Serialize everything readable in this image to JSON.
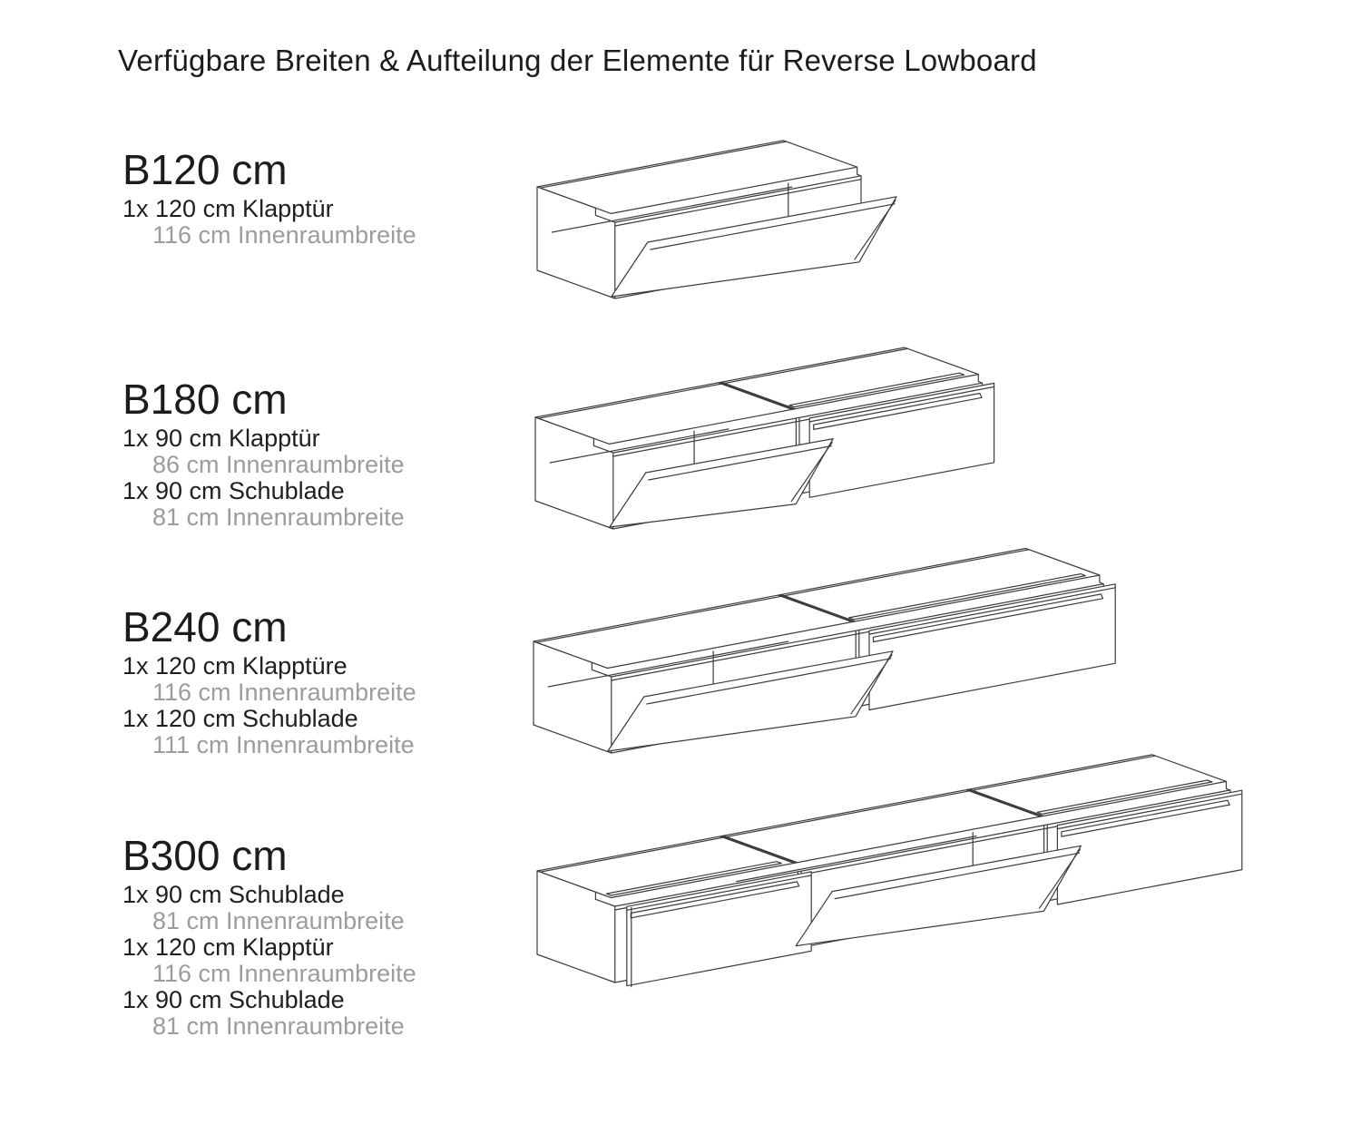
{
  "title": "Verfügbare Breiten & Aufteilung der Elemente für Reverse Lowboard",
  "colors": {
    "text": "#1c1c1c",
    "muted_text": "#9c9c9c",
    "line_art": "#3c3c3c"
  },
  "sections": [
    {
      "heading": "B120 cm",
      "specs": [
        {
          "text": "1x 120 cm Klapptür",
          "muted": false
        },
        {
          "text": "116 cm Innenraumbreite",
          "muted": true
        }
      ]
    },
    {
      "heading": "B180 cm",
      "specs": [
        {
          "text": "1x 90 cm Klapptür",
          "muted": false
        },
        {
          "text": "86 cm Innenraumbreite",
          "muted": true
        },
        {
          "text": "1x 90 cm Schublade",
          "muted": false
        },
        {
          "text": "81 cm Innenraumbreite",
          "muted": true
        }
      ]
    },
    {
      "heading": "B240 cm",
      "specs": [
        {
          "text": "1x 120 cm Klapptüre",
          "muted": false
        },
        {
          "text": "116 cm Innenraumbreite",
          "muted": true
        },
        {
          "text": "1x 120 cm Schublade",
          "muted": false
        },
        {
          "text": "111 cm Innenraumbreite",
          "muted": true
        }
      ]
    },
    {
      "heading": "B300 cm",
      "specs": [
        {
          "text": "1x 90 cm Schublade",
          "muted": false
        },
        {
          "text": "81 cm Innenraumbreite",
          "muted": true
        },
        {
          "text": "1x 120 cm Klapptür",
          "muted": false
        },
        {
          "text": "116 cm Innenraumbreite",
          "muted": true
        },
        {
          "text": "1x 90 cm Schublade",
          "muted": false
        },
        {
          "text": "81 cm Innenraumbreite",
          "muted": true
        }
      ]
    }
  ]
}
